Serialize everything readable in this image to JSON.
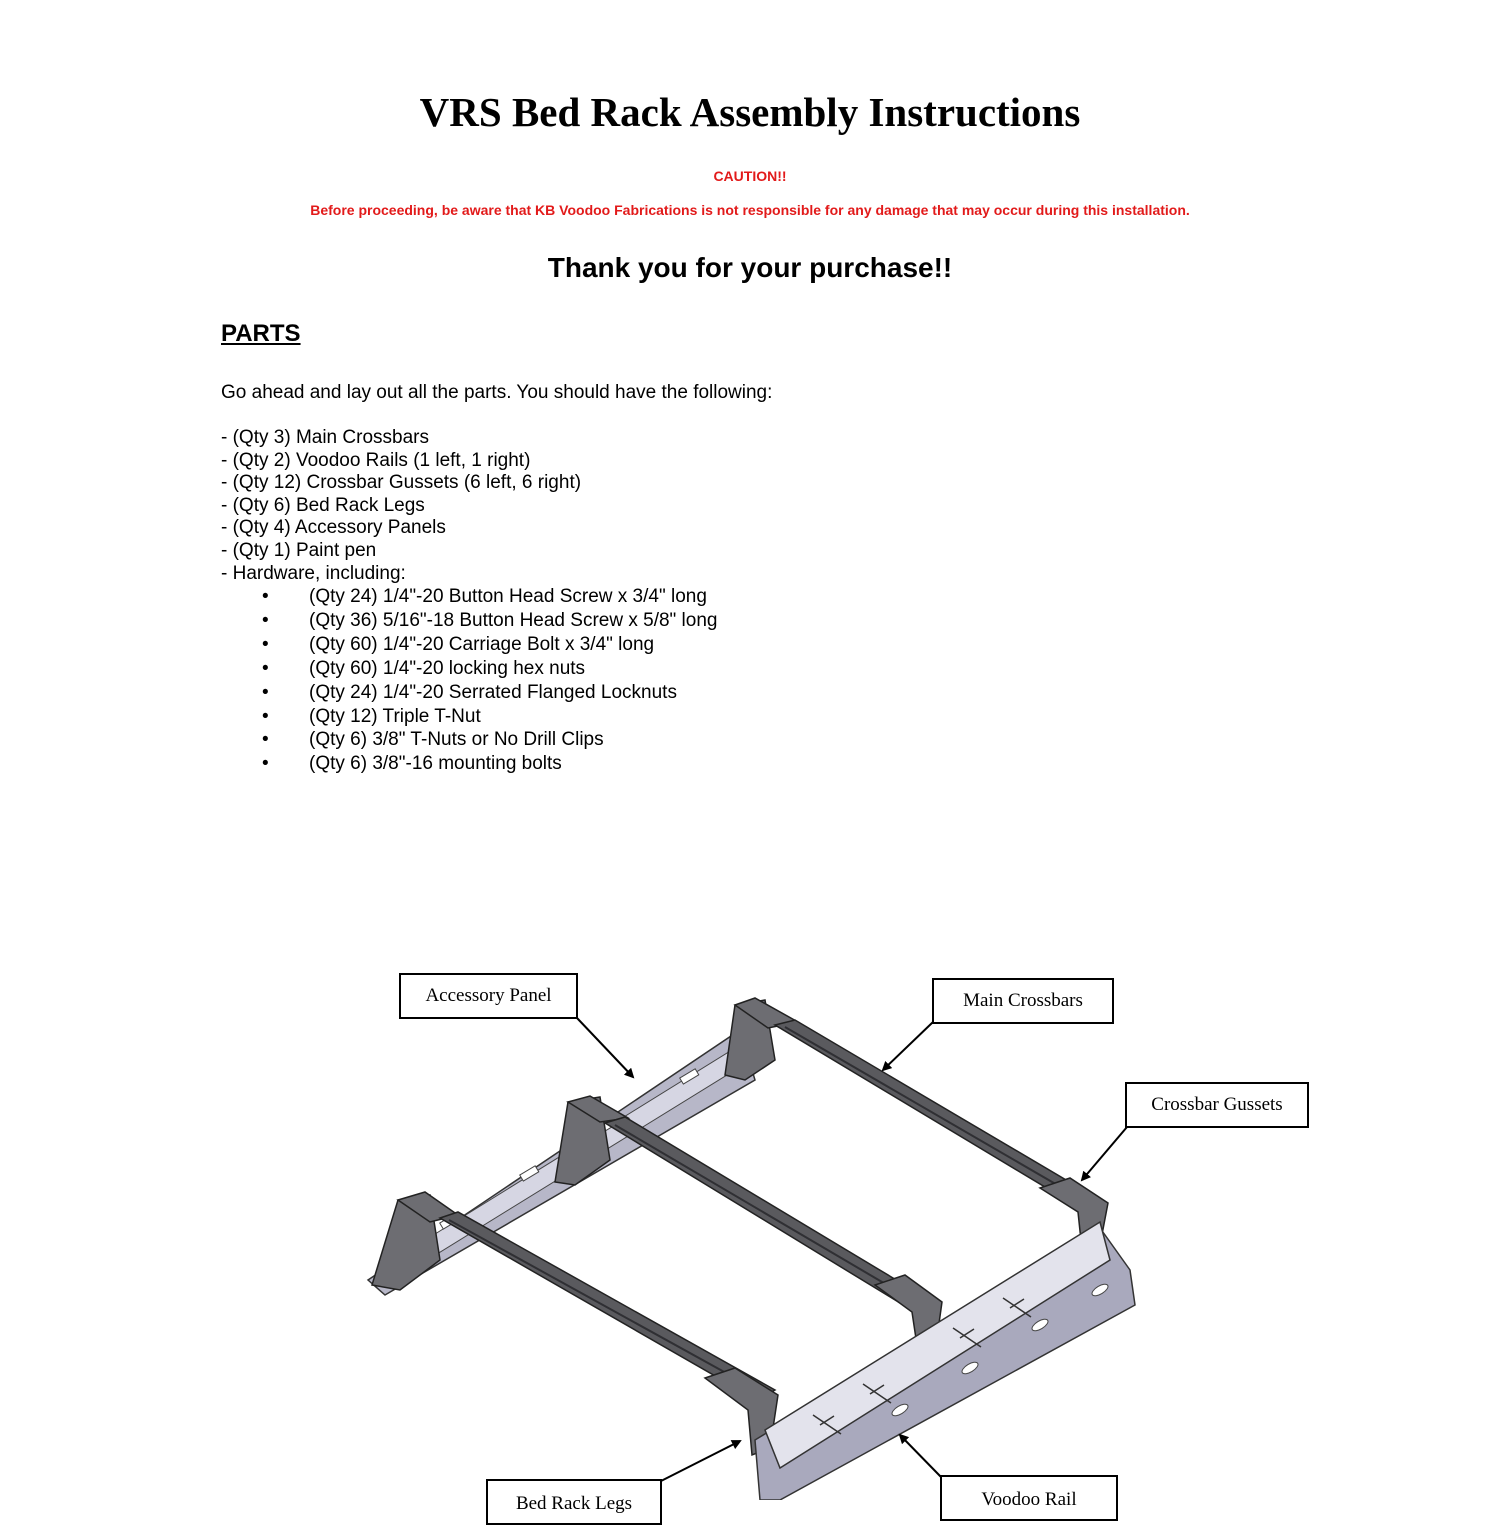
{
  "document": {
    "title": "VRS Bed Rack Assembly Instructions",
    "caution_heading": "CAUTION!!",
    "caution_text": "Before proceeding, be aware that KB Voodoo Fabrications is not responsible for any damage that may occur during this installation.",
    "thanks": "Thank you for your purchase!!",
    "parts_heading": "PARTS",
    "intro": "Go ahead and lay out all the parts. You should have the following:",
    "parts": [
      "- (Qty 3) Main Crossbars",
      "- (Qty 2) Voodoo Rails (1 left, 1 right)",
      "- (Qty 12) Crossbar Gussets (6 left, 6 right)",
      "- (Qty 6) Bed Rack Legs",
      "- (Qty 4) Accessory Panels",
      "- (Qty 1) Paint pen",
      "- Hardware, including:"
    ],
    "bullet_glyph": "•",
    "hardware": [
      "(Qty 24) 1/4\"-20 Button Head Screw x 3/4\" long",
      "(Qty 36) 5/16\"-18 Button Head Screw x 5/8\" long",
      "(Qty 60) 1/4\"-20 Carriage Bolt x 3/4\" long",
      "(Qty 60) 1/4\"-20 locking hex nuts",
      "(Qty 24) 1/4\"-20 Serrated Flanged Locknuts",
      "(Qty 12) Triple T-Nut",
      "(Qty 6) 3/8\" T-Nuts or No Drill Clips",
      "(Qty 6) 3/8\"-16 mounting bolts"
    ]
  },
  "diagram": {
    "callouts": {
      "accessory_panel": "Accessory Panel",
      "main_crossbars": "Main Crossbars",
      "crossbar_gussets": "Crossbar Gussets",
      "bed_rack_legs": "Bed Rack Legs",
      "voodoo_rail": "Voodoo Rail"
    },
    "colors": {
      "crossbar": "#5a5a5e",
      "crossbar_dark": "#2f2f33",
      "rail": "#c9c9d6",
      "rail_shadow": "#8e8ea3",
      "panel": "#d8d8e2",
      "caution_red": "#e21a1a"
    }
  }
}
